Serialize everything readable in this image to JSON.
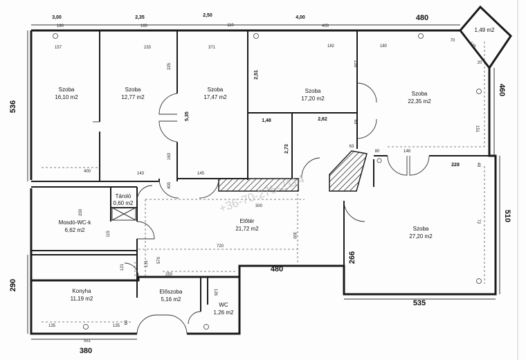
{
  "rooms": [
    {
      "id": "szoba1",
      "name": "Szoba",
      "area": "16,10 m2"
    },
    {
      "id": "szoba2",
      "name": "Szoba",
      "area": "12,77 m2"
    },
    {
      "id": "szoba3",
      "name": "Szoba",
      "area": "17,47 m2"
    },
    {
      "id": "szoba4",
      "name": "Szoba",
      "area": "17,20 m2"
    },
    {
      "id": "szoba5",
      "name": "Szoba",
      "area": "22,35 m2"
    },
    {
      "id": "szoba6",
      "name": "Szoba",
      "area": "27,20 m2"
    },
    {
      "id": "taroló",
      "name": "Tároló",
      "area": "0,60 m2"
    },
    {
      "id": "mosdo",
      "name": "Mosdó-WC-k",
      "area": "6,62 m2"
    },
    {
      "id": "eloter",
      "name": "Előtér",
      "area": "21,72 m2"
    },
    {
      "id": "konyha",
      "name": "Konyha",
      "area": "11,19 m2"
    },
    {
      "id": "eloszoba",
      "name": "Előszoba",
      "area": "5,16 m2"
    },
    {
      "id": "wc",
      "name": "WC",
      "area": "1,26 m2"
    }
  ],
  "balcony_area": "1,49 m2",
  "top_dims": [
    "3,00",
    "2,35",
    "2,50",
    "4,00",
    "480"
  ],
  "side_dims": {
    "left_top": "536",
    "left_bottom": "290",
    "right_top": "460",
    "right_bottom": "510"
  },
  "bottom_dims": {
    "left": "380",
    "right": "535"
  },
  "inner_major_dims": {
    "hall": "480",
    "room6_height": "266",
    "room6_step": "228"
  },
  "inner_dims": {
    "d251": "2,51",
    "d148": "1,48",
    "d262": "2,62",
    "d273": "2,73",
    "d535": "5,35",
    "d180": "180",
    "d160": "160",
    "d110": "110",
    "d157": "157",
    "d233": "233",
    "d371": "371",
    "d182": "182",
    "d225": "225",
    "d400": "400",
    "d143": "143",
    "d163": "163",
    "d720": "720",
    "d570": "570",
    "d250": "250",
    "d300a": "300",
    "d300b": "300",
    "d200": "200",
    "d115": "115",
    "d121": "121",
    "d135a": "135",
    "d135b": "135",
    "d126": "126",
    "d60": "60",
    "d80": "80",
    "d63": "63",
    "d145": "145",
    "d151": "151",
    "d235": "235",
    "d70": "70",
    "d20": "20",
    "d65": "65",
    "d148b": "148",
    "d49": "49",
    "d72": "72",
    "d131": "131",
    "d551": "551",
    "d400b": "400"
  },
  "watermark": "+36-70-275-2114"
}
